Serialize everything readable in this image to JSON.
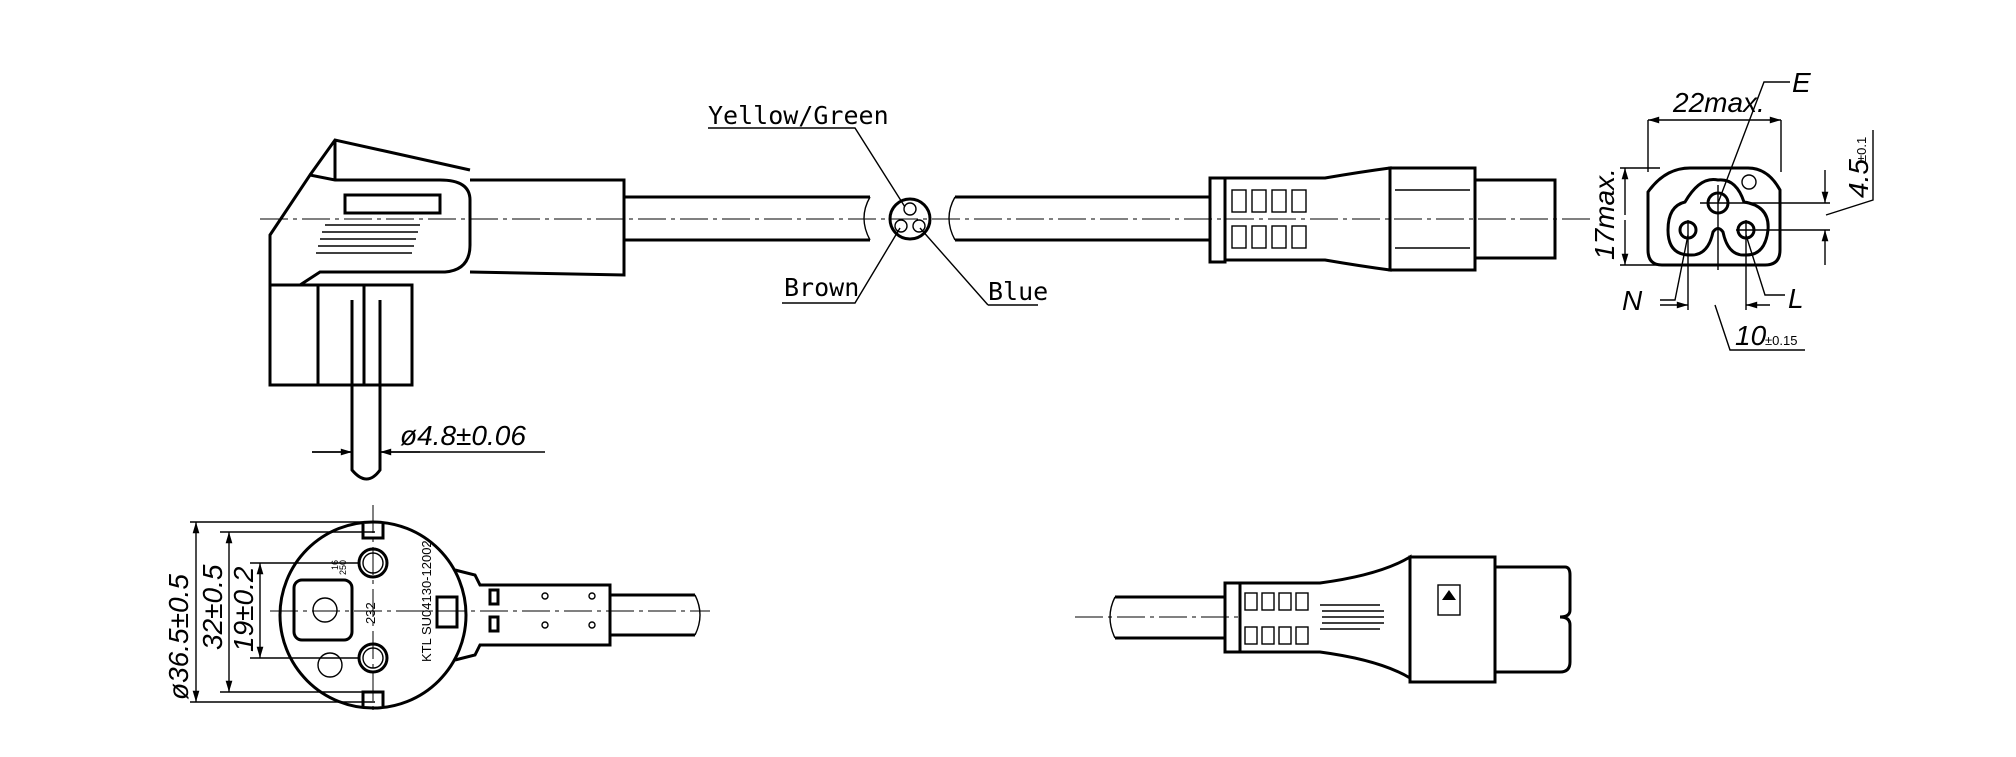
{
  "labels": {
    "yellow_green": "Yellow/Green",
    "brown": "Brown",
    "blue": "Blue",
    "pin_diameter": "ø4.8±0.06",
    "width_max": "22max.",
    "height_max": "17max.",
    "earth": "E",
    "neutral": "N",
    "live": "L",
    "earth_offset": "4.5",
    "earth_offset_tol": "±0.1",
    "pin_spacing": "10",
    "pin_spacing_tol": "±0.15",
    "plug_diameter": "ø36.5±0.5",
    "plug_inner": "32±0.5",
    "pin_spacing_plug": "19±0.2",
    "plug_marking": "KTL SU04130-12002",
    "plug_code": "232",
    "rating_top": "16",
    "rating_bottom": "250"
  }
}
